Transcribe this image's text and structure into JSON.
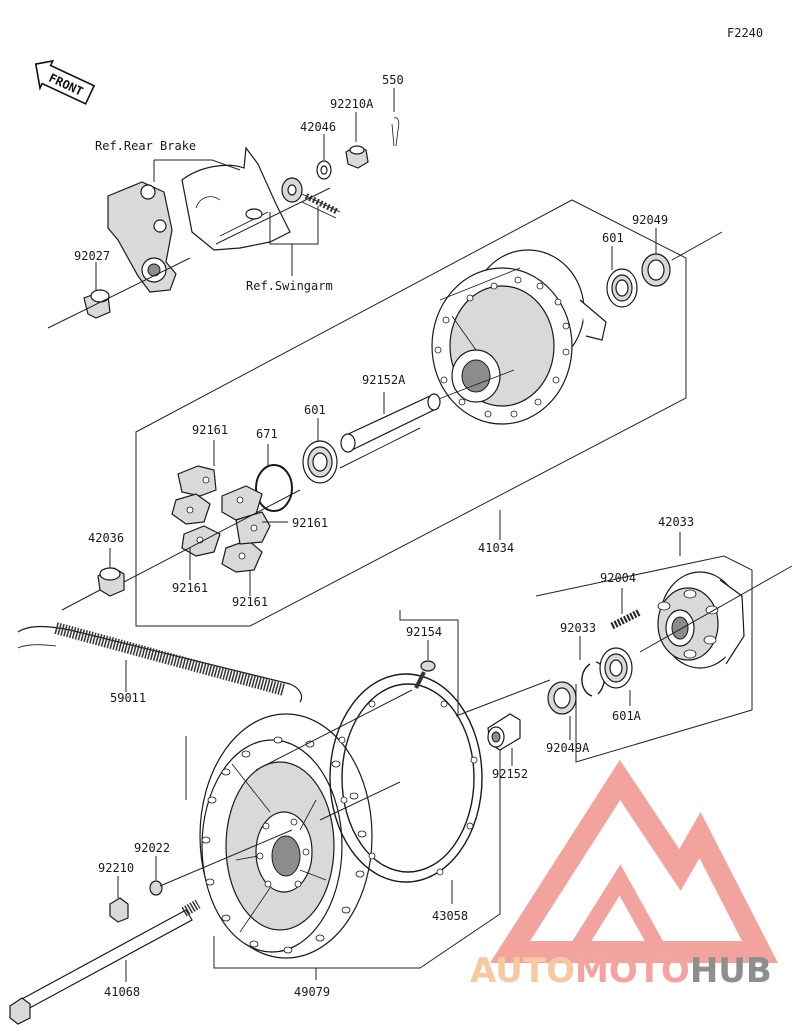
{
  "diagram_code": "F2240",
  "front_label": "FRONT",
  "ref_labels": {
    "rear_brake": "Ref.Rear Brake",
    "swingarm": "Ref.Swingarm"
  },
  "parts": {
    "p550": "550",
    "p92210a": "92210A",
    "p42046": "42046",
    "p92027": "92027",
    "p92049_top": "92049",
    "p601_top": "601",
    "p92152a": "92152A",
    "p601_mid": "601",
    "p671": "671",
    "p92161_a": "92161",
    "p92161_b": "92161",
    "p92161_c": "92161",
    "p92161_d": "92161",
    "p42036": "42036",
    "p41034": "41034",
    "p42033": "42033",
    "p92004": "92004",
    "p92033": "92033",
    "p92154": "92154",
    "p601a": "601A",
    "p92049a": "92049A",
    "p59011": "59011",
    "p92152": "92152",
    "p92022": "92022",
    "p92210": "92210",
    "p43058": "43058",
    "p41068": "41068",
    "p49079": "49079"
  },
  "watermark": {
    "part1": "AUTO",
    "part2": "MOTO",
    "part3": "HUB",
    "color_main": "#f4a3a0",
    "color_accent": "#f8c9a0",
    "color_dark": "#9a9a9a"
  }
}
